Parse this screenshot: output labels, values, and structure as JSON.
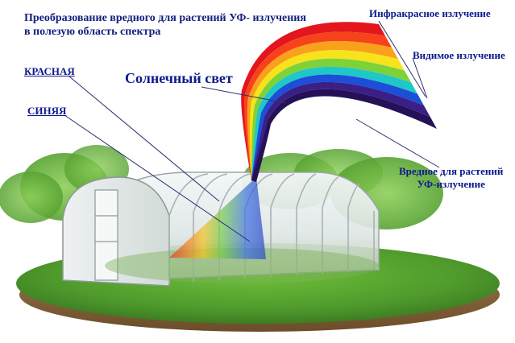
{
  "title_lines": [
    "Преобразование вредного для растений УФ- излучения",
    "в полезую  область спектра"
  ],
  "labels": {
    "red": "КРАСНАЯ",
    "blue": "СИНЯЯ",
    "sunlight": "Солнечный свет",
    "infrared": "Инфракрасное излучение",
    "visible": "Видимое излучение",
    "uv_line1": "Вредное для растений",
    "uv_line2": "УФ-излучение"
  },
  "colors": {
    "spectrum": [
      "#e3161d",
      "#f7431c",
      "#f9a11b",
      "#f6e31c",
      "#7dd23a",
      "#1fc7c9",
      "#1c4fd8",
      "#3a1f86",
      "#261057"
    ],
    "text": "#0d1a8c",
    "grass": "#4f9a2c",
    "soil": "#8b6a3e"
  }
}
